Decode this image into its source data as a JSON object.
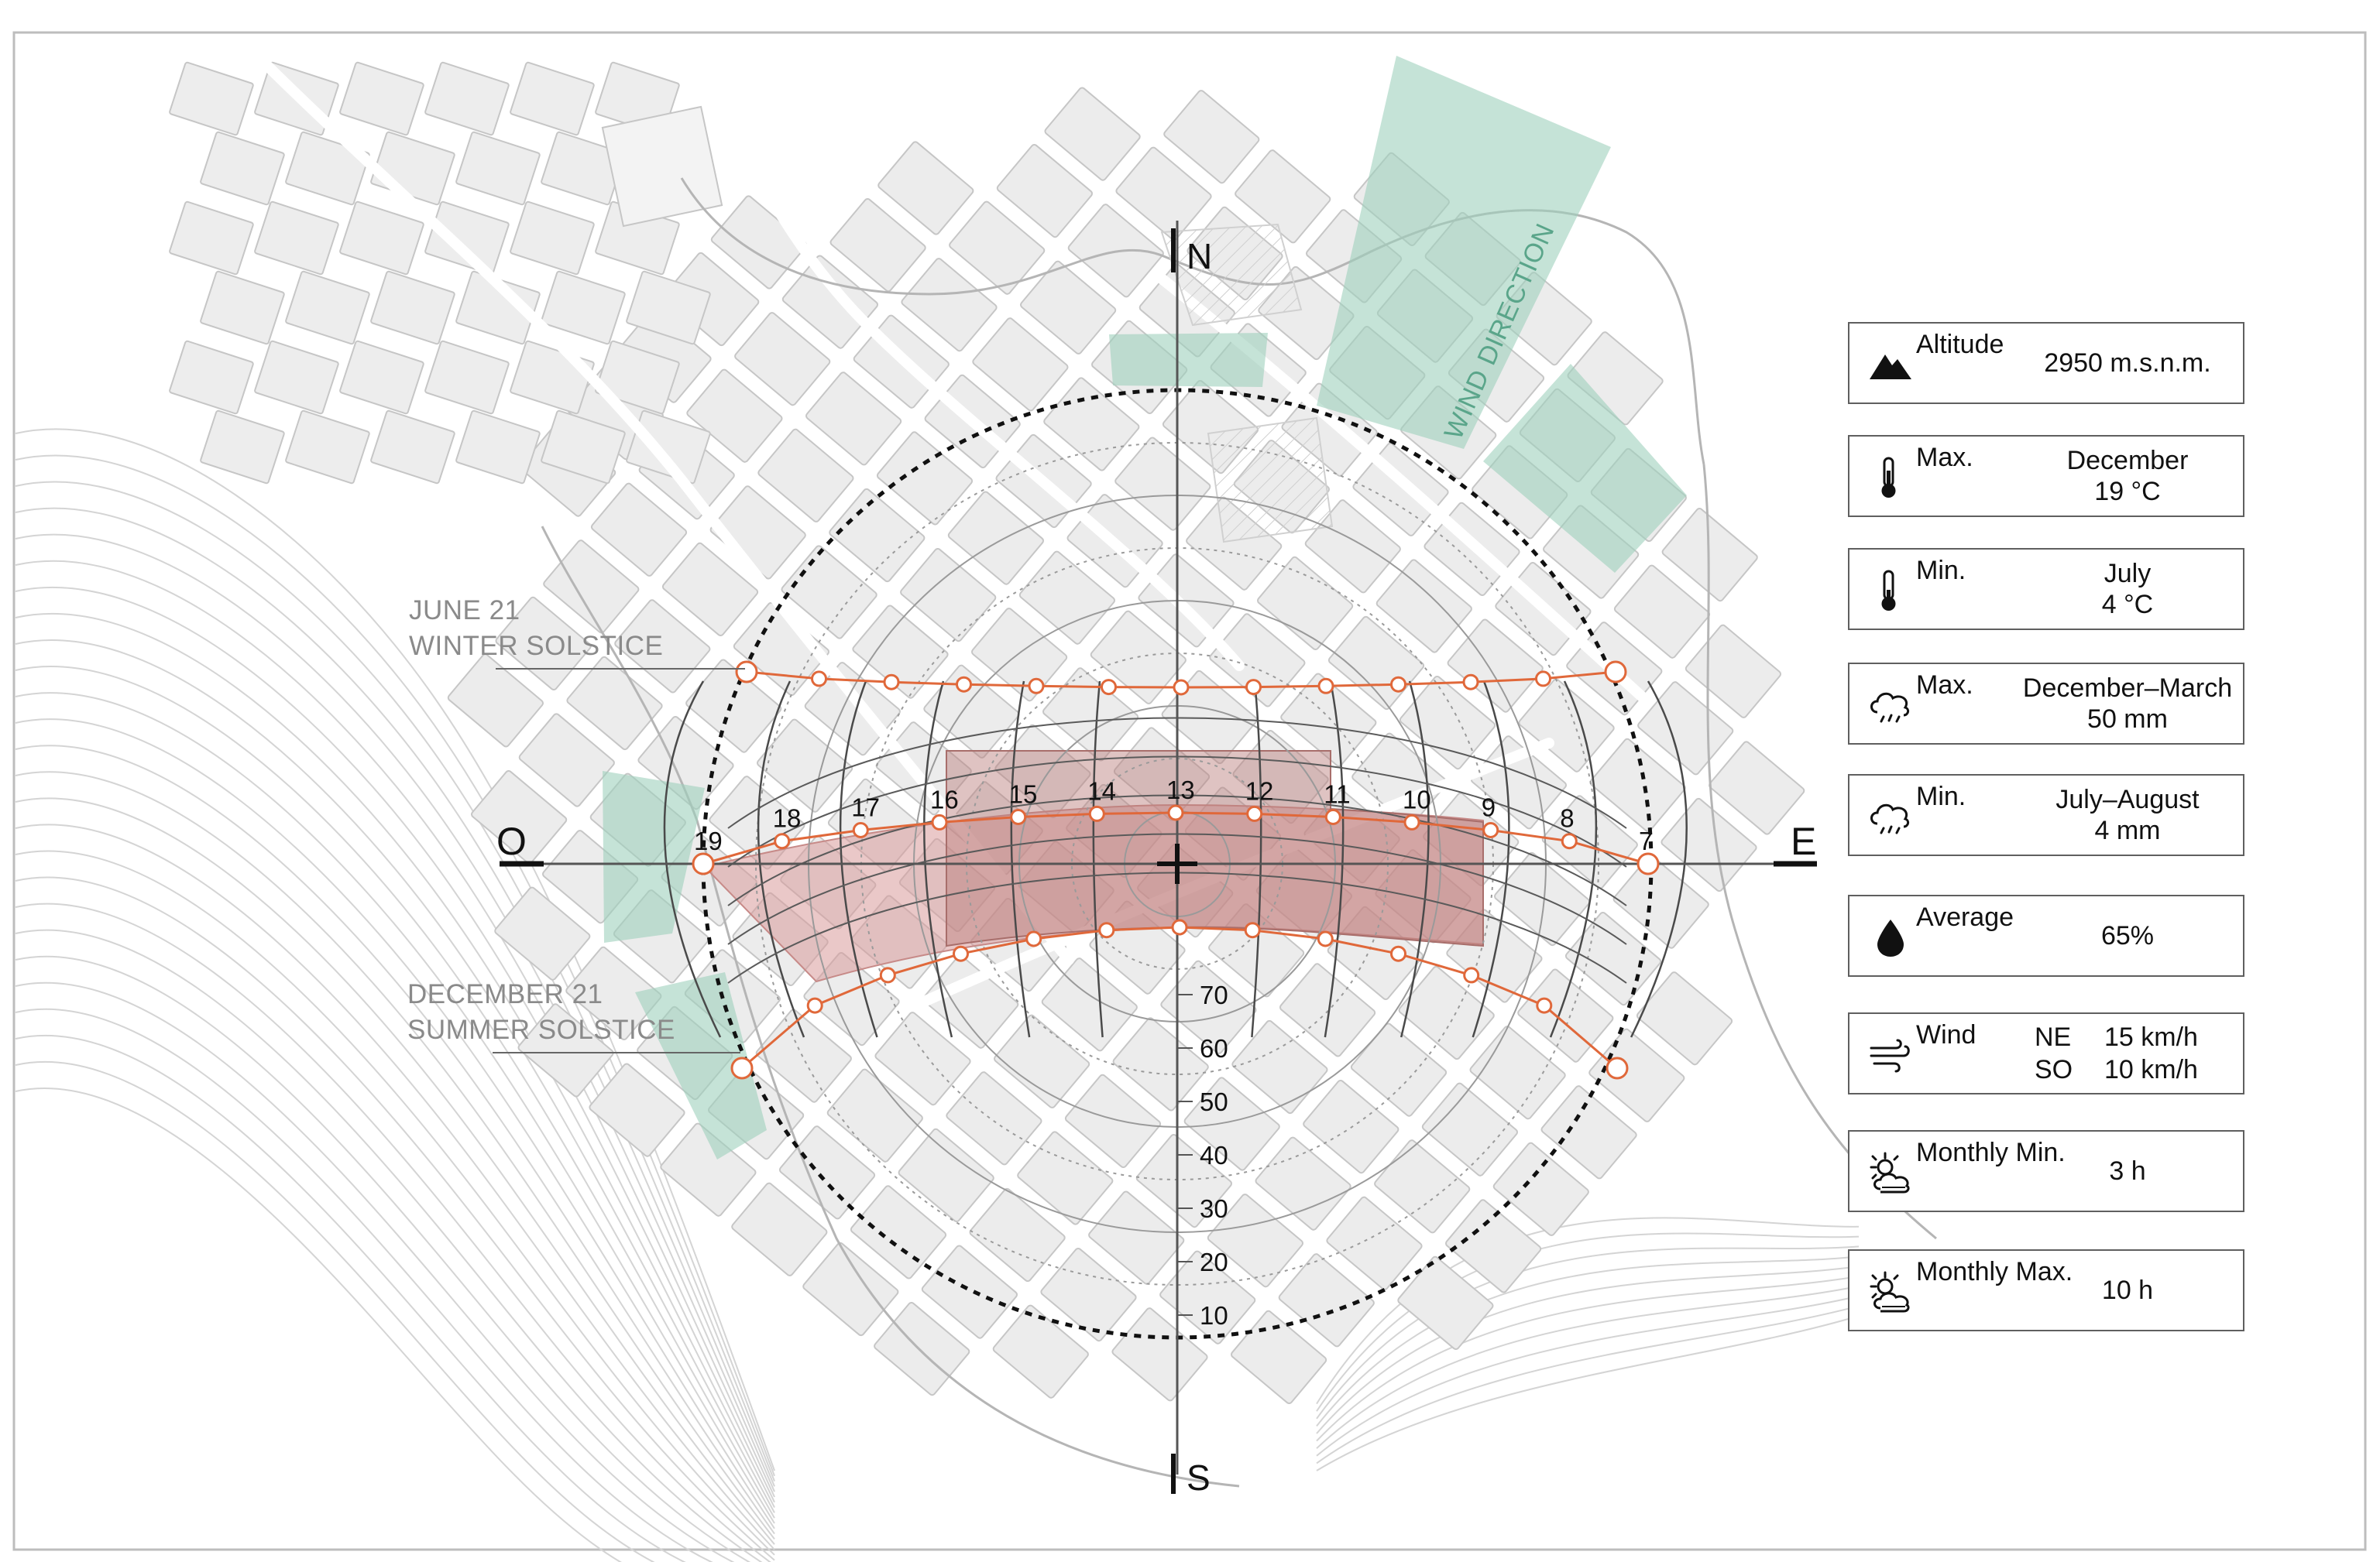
{
  "compass": {
    "north": "N",
    "south": "S",
    "east": "E",
    "west": "O"
  },
  "solstice": {
    "june_date": "JUNE 21",
    "june_name": "WINTER SOLSTICE",
    "december_date": "DECEMBER 21",
    "december_name": "SUMMER SOLSTICE"
  },
  "wind_direction_label": "WIND DIRECTION",
  "hours": [
    "19",
    "18",
    "17",
    "16",
    "15",
    "14",
    "13",
    "12",
    "11",
    "10",
    "9",
    "8",
    "7"
  ],
  "altitude_scale": [
    "70",
    "60",
    "50",
    "40",
    "30",
    "20",
    "10"
  ],
  "info": {
    "altitude": {
      "icon": "mountain-icon",
      "label": "Altitude",
      "value": "2950 m.s.n.m."
    },
    "temp_max": {
      "icon": "thermometer-icon",
      "label": "Max.",
      "month": "December",
      "value": "19 °C"
    },
    "temp_min": {
      "icon": "thermometer-icon",
      "label": "Min.",
      "month": "July",
      "value": "4 °C"
    },
    "rain_max": {
      "icon": "rain-cloud-icon",
      "label": "Max.",
      "month": "December–March",
      "value": "50 mm"
    },
    "rain_min": {
      "icon": "rain-cloud-icon",
      "label": "Min.",
      "month": "July–August",
      "value": "4 mm"
    },
    "humidity": {
      "icon": "water-drop-icon",
      "label": "Average",
      "value": "65%"
    },
    "wind": {
      "icon": "wind-icon",
      "label": "Wind",
      "dir1": "NE",
      "speed1": "15 km/h",
      "dir2": "SO",
      "speed2": "10 km/h"
    },
    "sun_min": {
      "icon": "partly-cloudy-icon",
      "label": "Monthly Min.",
      "value": "3 h"
    },
    "sun_max": {
      "icon": "partly-cloudy-icon",
      "label": "Monthly Max.",
      "value": "10 h"
    }
  },
  "colors": {
    "sun_path": "#e0683a",
    "wind_zone": "#9fd0bd",
    "sun_band": "#d99a9a",
    "sun_band_dark": "#b97a78",
    "map_block": "#ececec",
    "contour": "#d2d2d2"
  }
}
